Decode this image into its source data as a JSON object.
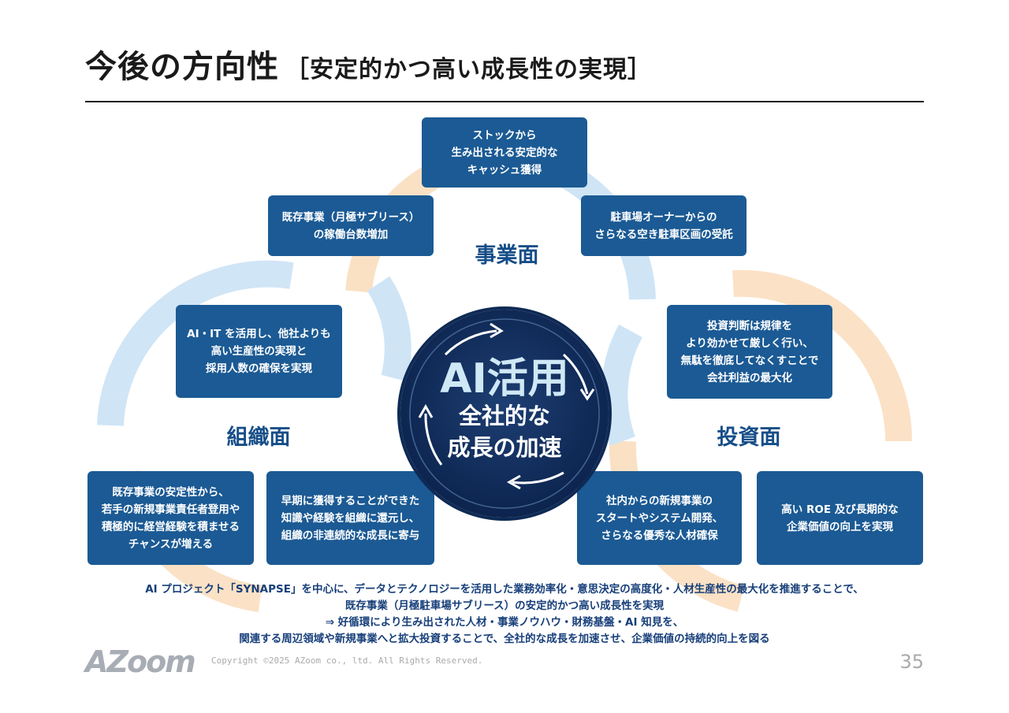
{
  "header": {
    "title": "今後の方向性",
    "subtitle": "［安定的かつ高い成長性の実現］"
  },
  "sections": {
    "business": "事業面",
    "organization": "組織面",
    "investment": "投資面"
  },
  "boxes": {
    "top": [
      "ストックから",
      "生み出される安定的な",
      "キャッシュ獲得"
    ],
    "top_left": [
      "既存事業（月極サブリース）",
      "の稼働台数増加"
    ],
    "top_right": [
      "駐車場オーナーからの",
      "さらなる空き駐車区画の受託"
    ],
    "ai": [
      "AI・IT を活用し、他社よりも",
      "高い生産性の実現と",
      "採用人数の確保を実現"
    ],
    "invest": [
      "投資判断は規律を",
      "より効かせて厳しく行い、",
      "無駄を徹底してなくすことで",
      "会社利益の最大化"
    ],
    "bottom1": [
      "既存事業の安定性から、",
      "若手の新規事業責任者登用や",
      "積極的に経営経験を積ませる",
      "チャンスが増える"
    ],
    "bottom2": [
      "早期に獲得することができた",
      "知識や経験を組織に還元し、",
      "組織の非連続的な成長に寄与"
    ],
    "bottom3": [
      "社内からの新規事業の",
      "スタートやシステム開発、",
      "さらなる優秀な人材確保"
    ],
    "bottom4": [
      "高い ROE 及び長期的な",
      "企業価値の向上を実現"
    ]
  },
  "center": {
    "main": "AI活用",
    "line1": "全社的な",
    "line2": "成長の加速"
  },
  "footer": {
    "lines": [
      "AI プロジェクト「SYNAPSE」を中心に、データとテクノロジーを活用した業務効率化・意思決定の高度化・人材生産性の最大化を推進することで、",
      "既存事業（月極駐車場サブリース）の安定的かつ高い成長性を実現",
      "⇒ 好循環により生み出された人材・事業ノウハウ・財務基盤・AI 知見を、",
      "関連する周辺領域や新規事業へと拡大投資することで、全社的な成長を加速させ、企業価値の持続的向上を図る"
    ],
    "logo": "AZoom",
    "copyright": "Copyright ©2025 AZoom co., ltd. All Rights Reserved.",
    "page": "35"
  },
  "colors": {
    "box": "#1b5a94",
    "label": "#164e88",
    "circle": "#0d2550"
  }
}
